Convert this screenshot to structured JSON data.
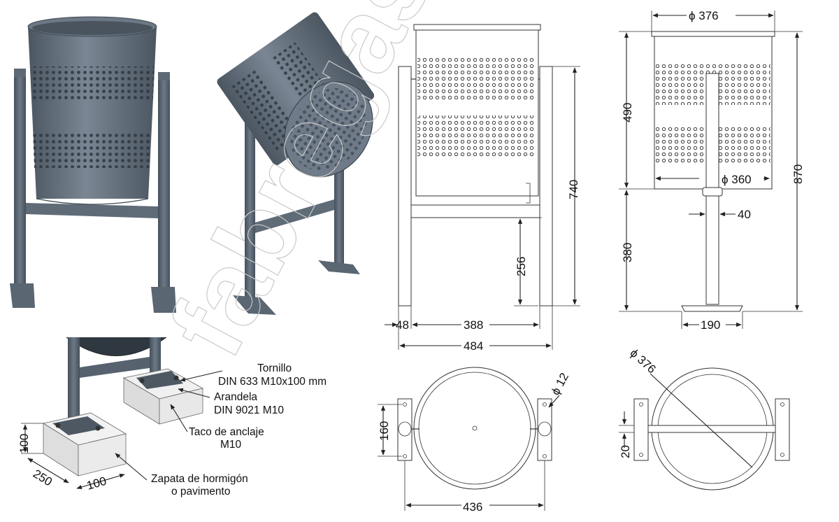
{
  "watermark": "fabregas",
  "colors": {
    "metal": "#5e6b78",
    "metal_dark": "#46515c",
    "metal_light": "#7e8a96",
    "concrete": "#e4e4e4",
    "line": "#222222"
  },
  "views": {
    "render_upright": {
      "name": "upright perspective render"
    },
    "render_tilted": {
      "name": "tilted perspective render"
    },
    "front_elevation": {
      "width_label": "388",
      "leg_width_label": "48",
      "overall_width_label": "484",
      "height_label": "740",
      "crossbar_height_label": "256"
    },
    "side_elevation": {
      "diameter_top_label": "ϕ 376",
      "diameter_body_label": "ϕ 360",
      "body_height_label": "490",
      "post_height_label": "380",
      "total_height_label": "870",
      "post_width_label": "40",
      "base_width_label": "190"
    },
    "top_view_left": {
      "spacing_label": "160",
      "width_label": "436",
      "hole_label": "ϕ 12"
    },
    "top_view_right": {
      "diameter_label": "ϕ 376",
      "bar_label": "20"
    },
    "installation": {
      "bolt_label_1": "Tornillo",
      "bolt_label_2": "DIN 633 M10x100 mm",
      "washer_label_1": "Arandela",
      "washer_label_2": "DIN 9021 M10",
      "anchor_label_1": "Taco de anclaje",
      "anchor_label_2": "M10",
      "footing_label_1": "Zapata de hormigón",
      "footing_label_2": "o pavimento",
      "footing_height_label": "100",
      "footing_length_label": "250",
      "footing_width_label": "100"
    }
  }
}
